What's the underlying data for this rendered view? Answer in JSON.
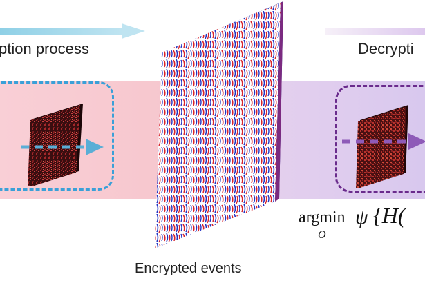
{
  "labels": {
    "encryption_process": "ption process",
    "decryption_process": "Decrypti",
    "encrypted_events": "Encrypted events"
  },
  "formula": {
    "argmin": "argmin",
    "subscript": "O",
    "psi": "ψ",
    "tail": "{H("
  },
  "colors": {
    "encryption_band": "#f7c8cf",
    "decryption_band": "#e0cdee",
    "encryption_accent": "#3aa0d8",
    "decryption_accent": "#6a2b8c",
    "plate_red": "#c0392b",
    "plate_blue": "#2d3bbd"
  }
}
